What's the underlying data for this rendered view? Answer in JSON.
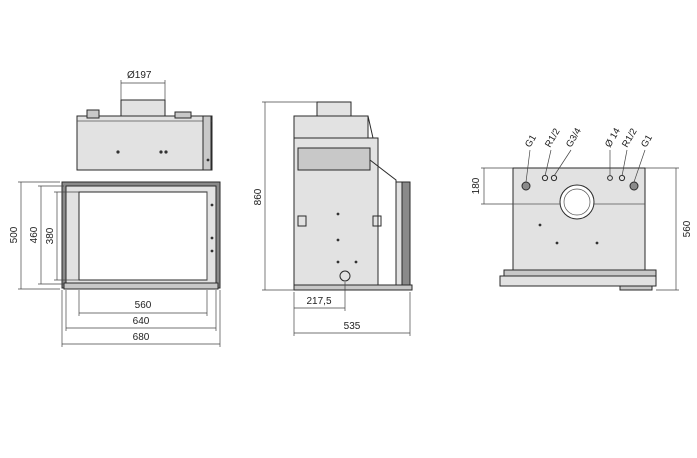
{
  "front_view": {
    "flue_diameter": "Ø197",
    "height_outer": "500",
    "height_mid": "460",
    "height_inner": "380",
    "width_inner": "560",
    "width_mid": "640",
    "width_outer": "680"
  },
  "side_view": {
    "total_height": "860",
    "flue_offset": "217,5",
    "depth": "535"
  },
  "rear_view": {
    "connections": [
      "G1",
      "R1/2",
      "G3/4",
      "Ø 14",
      "R1/2",
      "G1"
    ],
    "connection_height": "180",
    "total_height": "560"
  }
}
